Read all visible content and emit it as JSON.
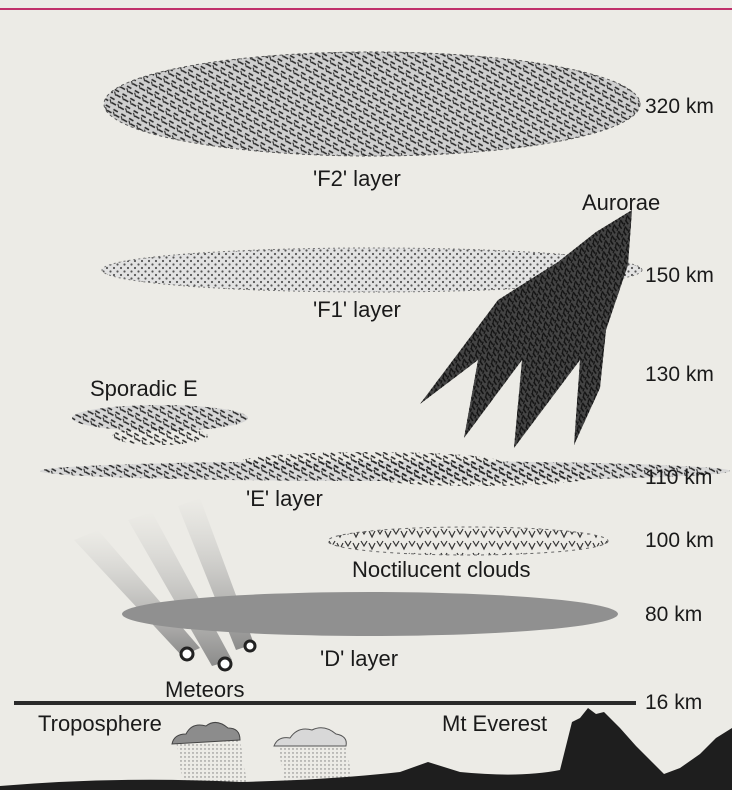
{
  "layers": {
    "f2": "'F2' layer",
    "f1": "'F1' layer",
    "sporadic_e": "Sporadic E",
    "e": "'E' layer",
    "noctilucent": "Noctilucent clouds",
    "d": "'D' layer"
  },
  "features": {
    "aurorae": "Aurorae",
    "meteors": "Meteors",
    "troposphere": "Troposphere",
    "everest": "Mt Everest"
  },
  "altitudes": [
    "320 km",
    "150 km",
    "130 km",
    "110 km",
    "100 km",
    "80 km",
    "16 km"
  ],
  "colors": {
    "frame_line": "#c0306a",
    "background": "#ecebe6",
    "d_layer": "#909090",
    "ink": "#1a1a1a"
  }
}
